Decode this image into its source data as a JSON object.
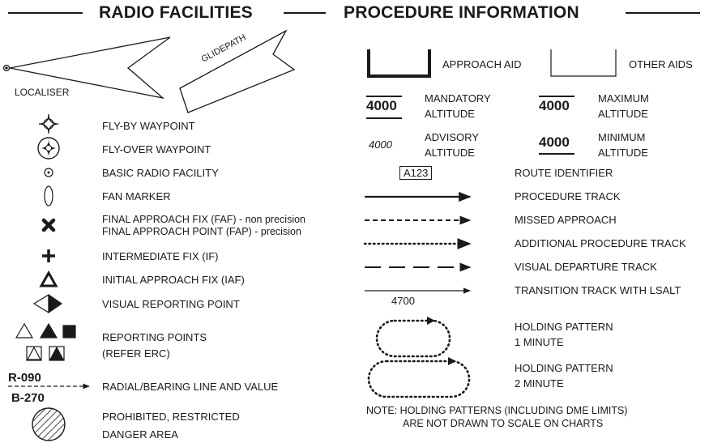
{
  "headers": {
    "left": "RADIO FACILITIES",
    "right": "PROCEDURE INFORMATION"
  },
  "left_column": {
    "localiser": "LOCALISER",
    "glidepath": "GLIDEPATH",
    "fly_by": "FLY-BY WAYPOINT",
    "fly_over": "FLY-OVER WAYPOINT",
    "basic_radio": "BASIC RADIO FACILITY",
    "fan_marker": "FAN MARKER",
    "faf": "FINAL APPROACH FIX (FAF) - non precision",
    "fap": "FINAL APPROACH POINT (FAP) - precision",
    "if": "INTERMEDIATE FIX (IF)",
    "iaf": "INITIAL APPROACH FIX (IAF)",
    "vrp": "VISUAL REPORTING POINT",
    "reporting_1": "REPORTING POINTS",
    "reporting_2": "(REFER ERC)",
    "radial_top": "R-090",
    "radial_bottom": "B-270",
    "radial_label": "RADIAL/BEARING LINE AND VALUE",
    "prohibited_1": "PROHIBITED, RESTRICTED",
    "prohibited_2": "DANGER AREA"
  },
  "right_column": {
    "approach_aid": "APPROACH AID",
    "other_aids": "OTHER AIDS",
    "mandatory_value": "4000",
    "mandatory_1": "MANDATORY",
    "mandatory_2": "ALTITUDE",
    "maximum_value": "4000",
    "maximum_1": "MAXIMUM",
    "maximum_2": "ALTITUDE",
    "advisory_value": "4000",
    "advisory_1": "ADVISORY",
    "advisory_2": "ALTITUDE",
    "minimum_value": "4000",
    "minimum_1": "MINIMUM",
    "minimum_2": "ALTITUDE",
    "route_id_value": "A123",
    "route_id": "ROUTE IDENTIFIER",
    "procedure_track": "PROCEDURE TRACK",
    "missed_approach": "MISSED APPROACH",
    "additional_track": "ADDITIONAL PROCEDURE TRACK",
    "visual_departure": "VISUAL DEPARTURE TRACK",
    "transition_value": "4700",
    "transition": "TRANSITION TRACK WITH LSALT",
    "hold1_1": "HOLDING PATTERN",
    "hold1_2": "1 MINUTE",
    "hold2_1": "HOLDING PATTERN",
    "hold2_2": "2 MINUTE",
    "note_1": "NOTE: HOLDING PATTERNS (INCLUDING DME LIMITS)",
    "note_2": "ARE NOT DRAWN TO SCALE ON CHARTS"
  }
}
